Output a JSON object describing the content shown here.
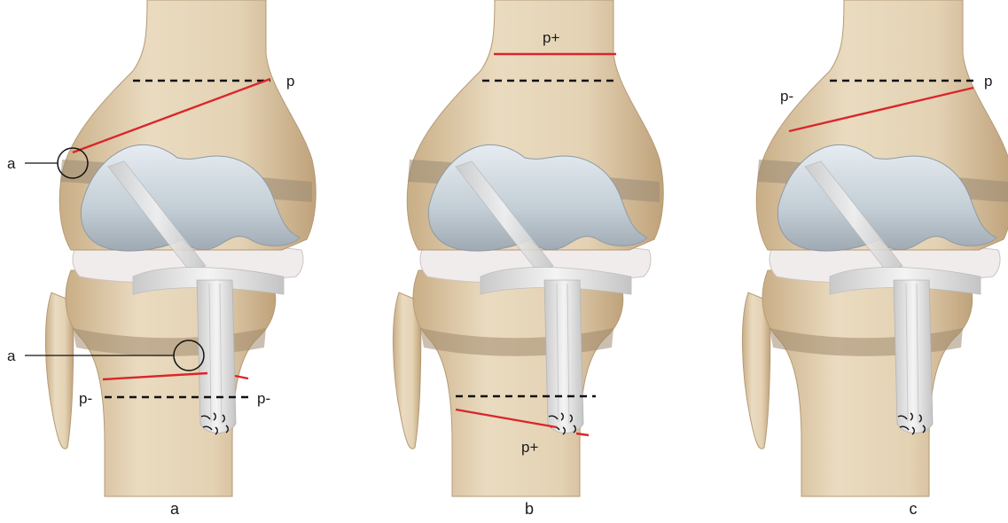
{
  "colors": {
    "bone_light": "#eadbc0",
    "bone_mid": "#d9c3a0",
    "bone_dark": "#b89c74",
    "growth_band": "#a8957c",
    "cartilage": "#c7d1d9",
    "cartilage_dark": "#9aa7b2",
    "meniscus": "#efe9e9",
    "ligament": "#d8d8d8",
    "red_line": "#d9262b",
    "dashed_line": "#111111"
  },
  "panels": [
    {
      "caption": "a",
      "labels": {
        "femur_p": "p",
        "femur_a": "a",
        "tibia_a": "a",
        "tibia_p_left": "p-",
        "tibia_p_right": "p-"
      }
    },
    {
      "caption": "b",
      "labels": {
        "femur_p": "p+",
        "tibia_p": "p+"
      }
    },
    {
      "caption": "c",
      "labels": {
        "femur_p_left": "p-",
        "femur_p_right": "p"
      }
    }
  ]
}
